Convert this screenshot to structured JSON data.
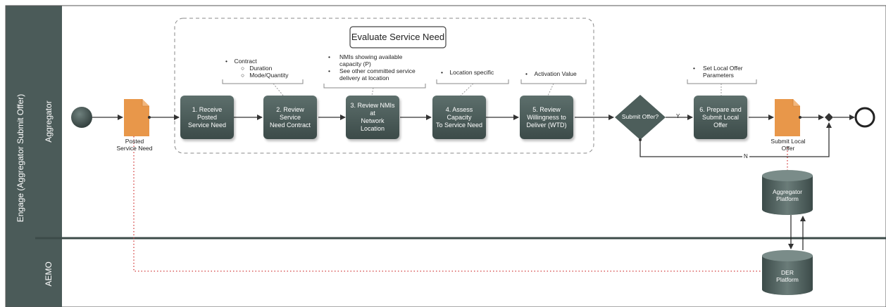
{
  "pool": {
    "title": "Engage (Aggregator Submit Offer)"
  },
  "lanes": {
    "aggregator": "Aggregator",
    "aemo": "AEMO"
  },
  "group": {
    "title": "Evaluate Service Need"
  },
  "artifacts": {
    "posted_service_need": "Posted\nService Need",
    "submit_local_offer": "Submit Local\nOffer"
  },
  "tasks": [
    {
      "label": "1. Receive Posted\nService Need"
    },
    {
      "label": "2. Review Service\nNeed Contract"
    },
    {
      "label": "3. Review NMIs at\nNetwork Location"
    },
    {
      "label": "4. Assess Capacity\nTo Service Need"
    },
    {
      "label": "5. Review\nWillingness to\nDeliver (WTD)"
    },
    {
      "label": "6. Prepare and\nSubmit Local Offer"
    }
  ],
  "gateway": {
    "label": "Submit Offer?",
    "yes": "Y",
    "no": "N"
  },
  "annotations": {
    "contract": {
      "title": "Contract",
      "items": [
        "Duration",
        "Mode/Quantity"
      ]
    },
    "nmis": {
      "items": [
        "NMIs showing available\ncapacity (P)",
        "See other committed service\ndelivery at location"
      ]
    },
    "location": "Location specific",
    "activation": "Activation Value",
    "local_offer": "Set Local Offer\nParameters"
  },
  "datastores": {
    "aggregator_platform": "Aggregator\nPlatform",
    "der_platform": "DER\nPlatform"
  },
  "colors": {
    "lane": "#4b5b59",
    "task_top": "#5d6f6c",
    "task_bottom": "#3c4b49",
    "document": "#e8974a",
    "association": "#d23a3a"
  }
}
